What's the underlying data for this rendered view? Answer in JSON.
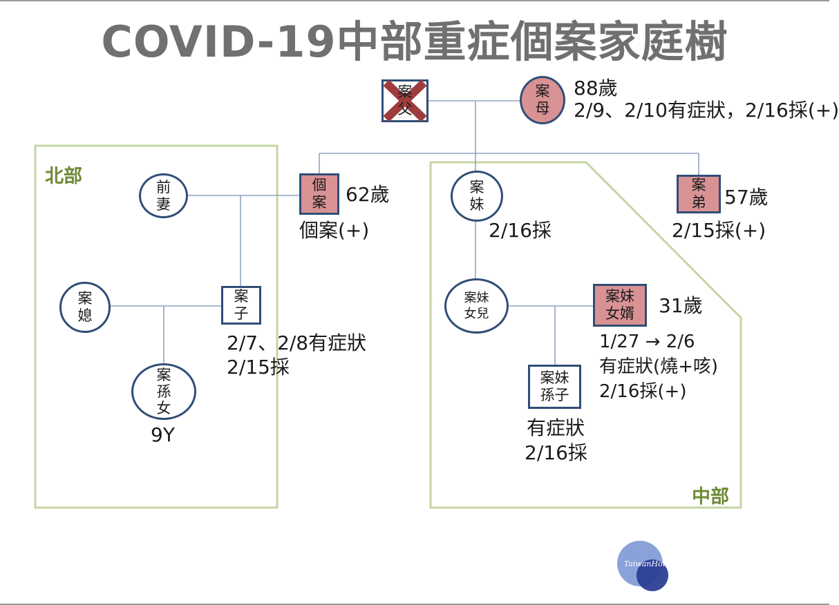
{
  "title": "COVID-19中部重症個案家庭樹",
  "regions": {
    "north_label": "北部",
    "central_label": "中部"
  },
  "nodes": {
    "father": "案\n父",
    "mother": "案\n母",
    "index_case": "個\n案",
    "younger_brother": "案\n弟",
    "ex_wife": "前\n妻",
    "younger_sister": "案\n妹",
    "son": "案\n子",
    "daughter_in_law": "案\n媳",
    "granddaughter": "案\n孫\n女",
    "sister_daughter": "案妹\n女兒",
    "sister_son_in_law": "案妹\n女婿",
    "sister_grandson": "案妹\n孫子"
  },
  "annotations": {
    "mother_age": "88歲",
    "mother_status": "2/9、2/10有症狀，2/16採(+)",
    "index_age": "62歲",
    "index_status": "個案(+)",
    "sister_status": "2/16採",
    "brother_age": "57歲",
    "brother_status": "2/15採(+)",
    "son_line1": "2/7、2/8有症狀",
    "son_line2": "2/15採",
    "granddaughter_age": "9Y",
    "son_in_law_age": "31歲",
    "son_in_law_line1": "1/27 → 2/6",
    "son_in_law_line2": "有症狀(燒+咳)",
    "son_in_law_line3": "2/16採(+)",
    "grandson_line1": "有症狀",
    "grandson_line2": "2/16採"
  },
  "logo": {
    "text": "TaiwanHot"
  },
  "colors": {
    "title": "#707070",
    "node_border": "#2f4d77",
    "case_fill": "#d99294",
    "region_border": "#c5d4a4",
    "region_label": "#6e8a34",
    "connector": "#8fa4c4"
  }
}
